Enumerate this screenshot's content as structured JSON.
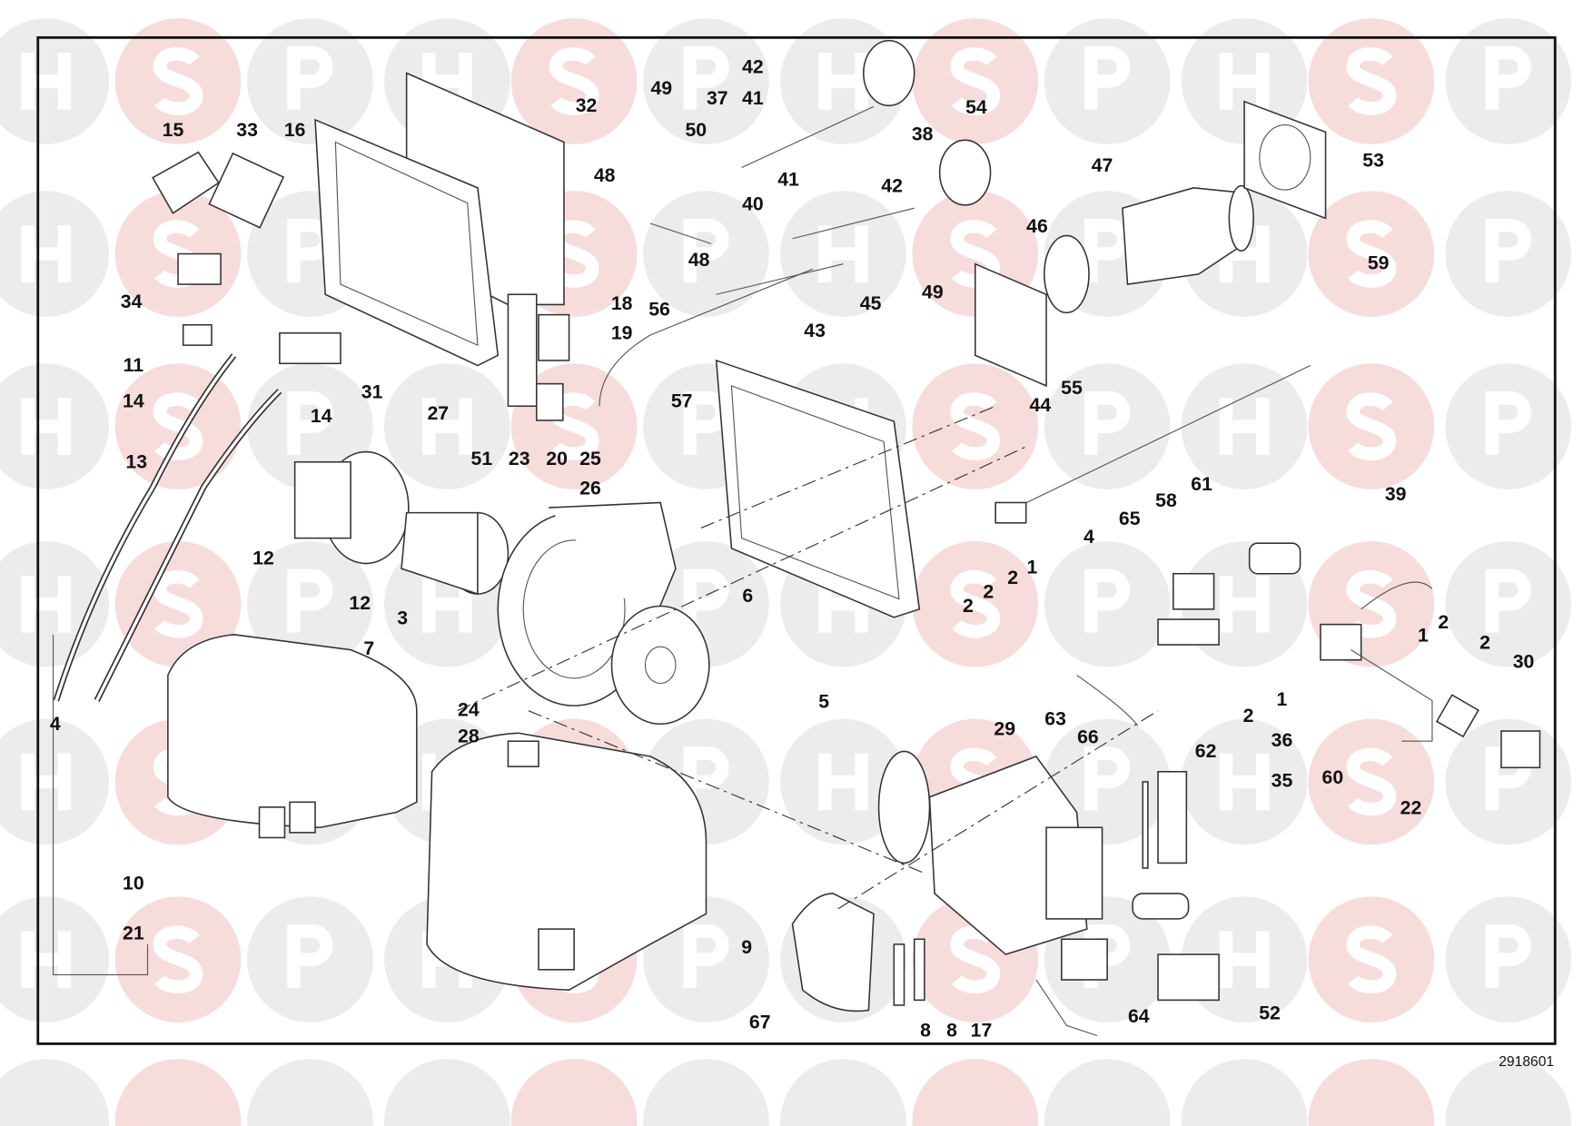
{
  "diagram": {
    "drawing_number": "2918601",
    "watermark_letters": [
      "H",
      "S",
      "P"
    ],
    "colors": {
      "watermark_gray": "#ececec",
      "watermark_pink": "#f7dcdc",
      "frame": "#111111",
      "ink": "#333333"
    },
    "callouts": [
      "15",
      "33",
      "16",
      "32",
      "49",
      "42",
      "37",
      "41",
      "50",
      "38",
      "54",
      "48",
      "41",
      "42",
      "40",
      "47",
      "53",
      "46",
      "59",
      "48",
      "49",
      "56",
      "18",
      "19",
      "45",
      "43",
      "34",
      "11",
      "14",
      "31",
      "27",
      "14",
      "13",
      "23",
      "20",
      "25",
      "57",
      "44",
      "55",
      "51",
      "26",
      "12",
      "12",
      "39",
      "61",
      "58",
      "65",
      "4",
      "2",
      "1",
      "2",
      "2",
      "6",
      "3",
      "7",
      "2",
      "1",
      "2",
      "30",
      "1",
      "2",
      "5",
      "24",
      "28",
      "4",
      "63",
      "36",
      "29",
      "66",
      "62",
      "35",
      "60",
      "22",
      "10",
      "21",
      "9",
      "67",
      "64",
      "52",
      "8",
      "8",
      "17"
    ]
  }
}
